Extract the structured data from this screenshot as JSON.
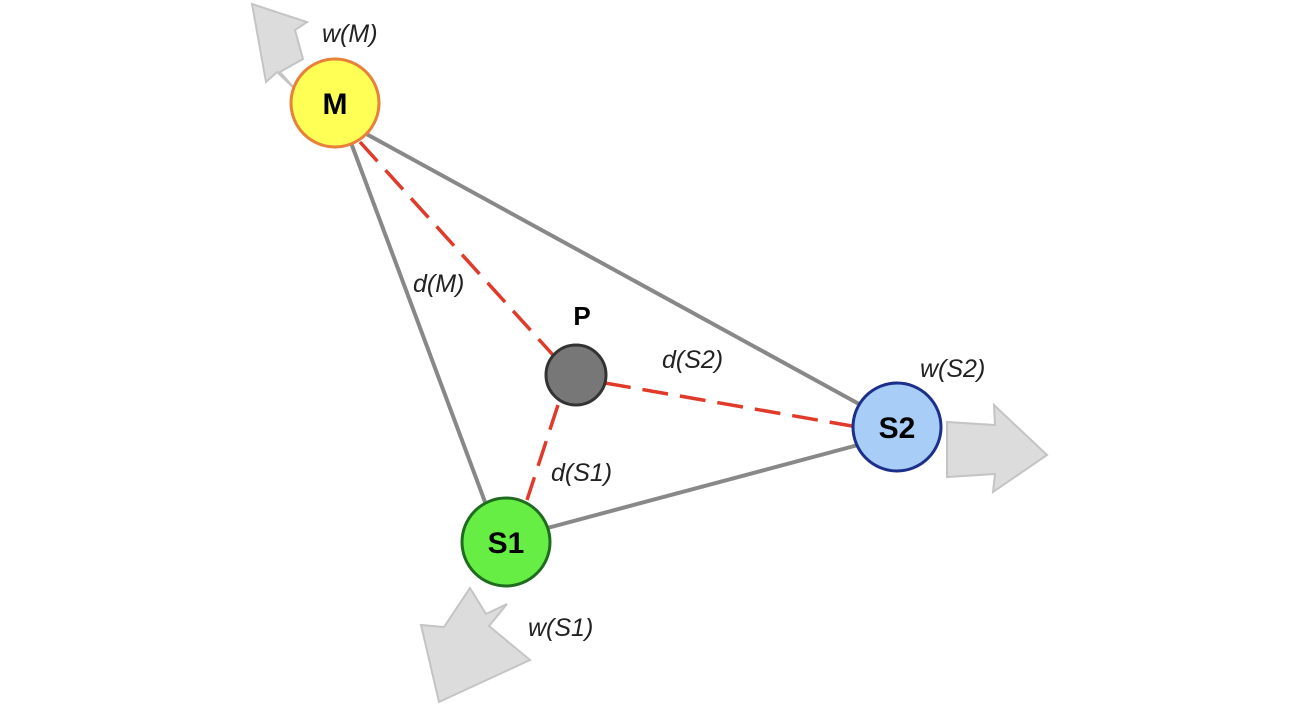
{
  "diagram": {
    "nodes": {
      "m": {
        "label": "M",
        "fill": "#ffff55",
        "stroke": "#e8803a"
      },
      "s1": {
        "label": "S1",
        "fill": "#66ee44",
        "stroke": "#1f6b1f"
      },
      "s2": {
        "label": "S2",
        "fill": "#a8cdf7",
        "stroke": "#1c2f8a"
      },
      "p": {
        "label": "P",
        "fill": "#777777",
        "stroke": "#333333"
      }
    },
    "weight_labels": {
      "m": "w(M)",
      "s1": "w(S1)",
      "s2": "w(S2)"
    },
    "distance_labels": {
      "m": "d(M)",
      "s1": "d(S1)",
      "s2": "d(S2)"
    },
    "colors": {
      "triangle_edge": "#888888",
      "distance_line": "#e03a2a",
      "arrow_fill": "#dcdcdc",
      "arrow_stroke": "#c4c4c4"
    }
  }
}
